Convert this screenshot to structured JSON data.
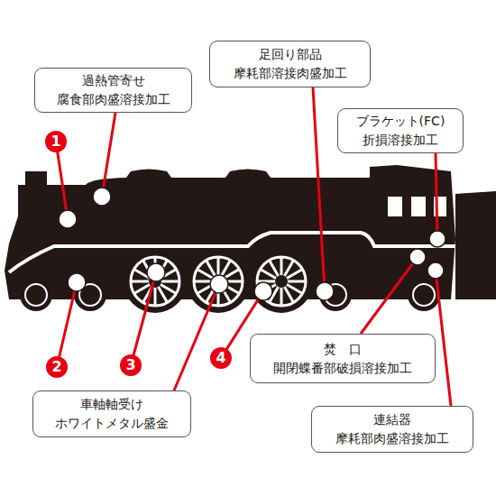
{
  "diagram": {
    "nodes": [
      {
        "text": [
          "足回り部品",
          "摩耗部溶接肉盛加工"
        ]
      },
      {
        "text": [
          "過熱管寄せ",
          "腐食部肉盛溶接加工"
        ]
      },
      {
        "text": [
          "ブラケット(FC)",
          "折損溶接加工"
        ]
      },
      {
        "text": [
          "焚　口",
          "開閉蝶番部破損溶接加工"
        ]
      },
      {
        "text": [
          "車軸軸受け",
          "ホワイトメタル盛金"
        ]
      },
      {
        "text": [
          "連結器",
          "摩耗部肉盛溶接加工"
        ]
      }
    ],
    "labels": [
      "1",
      "2",
      "3",
      "4"
    ]
  }
}
